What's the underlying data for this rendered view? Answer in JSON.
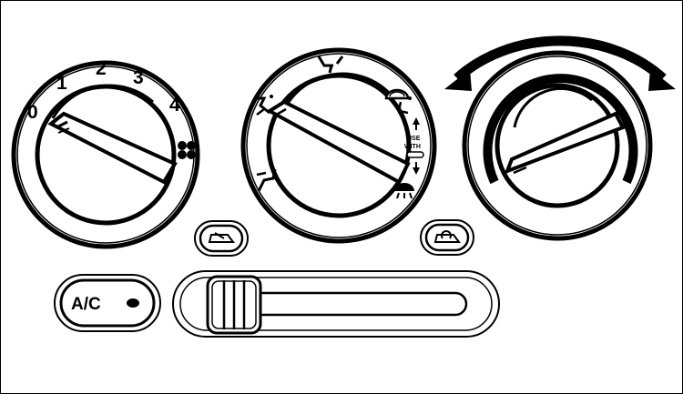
{
  "fan_knob": {
    "speed_labels": [
      "0",
      "1",
      "2",
      "3",
      "4"
    ],
    "icon": "fan-icon"
  },
  "mode_knob": {
    "note_use": "USE",
    "note_with": "WITH",
    "icons": [
      "face-vent-icon",
      "face-feet-icon",
      "feet-icon",
      "feet-defrost-icon",
      "defrost-icon"
    ]
  },
  "temp_knob": {
    "icon": "bidirectional-arrow-icon"
  },
  "ac_button": {
    "label": "A/C",
    "indicator_icon": "ac-indicator-icon"
  },
  "recirc_buttons": {
    "left_icon": "fresh-air-icon",
    "right_icon": "recirculation-icon"
  },
  "slider": {
    "icon": "slider-grip-icon"
  }
}
